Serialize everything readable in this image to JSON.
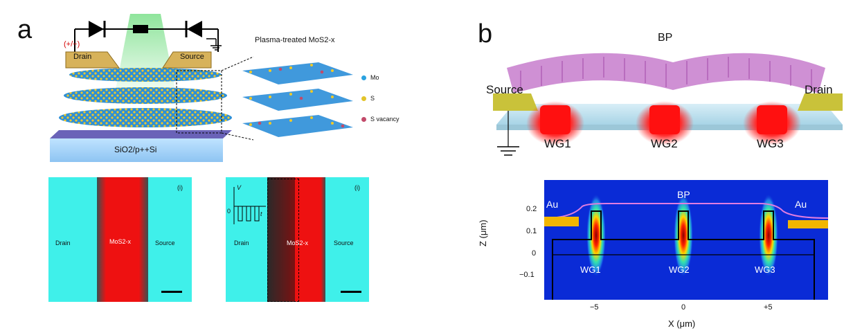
{
  "panel_a": {
    "letter": "a",
    "polarity": "(+/−)",
    "drain": "Drain",
    "source": "Source",
    "substrate": "SiO2/p++Si",
    "inset_title": "Plasma-treated MoS2-x",
    "legend": [
      {
        "name": "Mo",
        "color": "#2aa2e0"
      },
      {
        "name": "S",
        "color": "#e3c42a"
      },
      {
        "name": "S vacancy",
        "color": "#c24a6a"
      }
    ],
    "micro_left": {
      "tag": "(i)",
      "drain": "Drain",
      "channel": "MoS2-x",
      "source": "Source"
    },
    "micro_right": {
      "tag": "(i)",
      "drain": "Drain",
      "channel": "MoS2-x",
      "source": "Source",
      "v_label": "V",
      "t_label": "t",
      "zero": "0"
    }
  },
  "panel_b": {
    "letter": "b",
    "bp": "BP",
    "source": "Source",
    "drain": "Drain",
    "waveguides": [
      "WG1",
      "WG2",
      "WG3"
    ],
    "plot": {
      "au_left": "Au",
      "au_right": "Au",
      "bp": "BP",
      "wg_labels": [
        "WG1",
        "WG2",
        "WG3"
      ],
      "y_label": "Z (μm)",
      "x_label": "X (μm)",
      "y_ticks": [
        "0.2",
        "0.1",
        "0",
        "−0.1"
      ],
      "x_ticks": [
        "−5",
        "0",
        "+5"
      ]
    }
  },
  "colors": {
    "cyan": "#3ff0ea",
    "red": "#ee1111",
    "gold": "#f2b600",
    "field_bg": "#0a2bd6"
  }
}
